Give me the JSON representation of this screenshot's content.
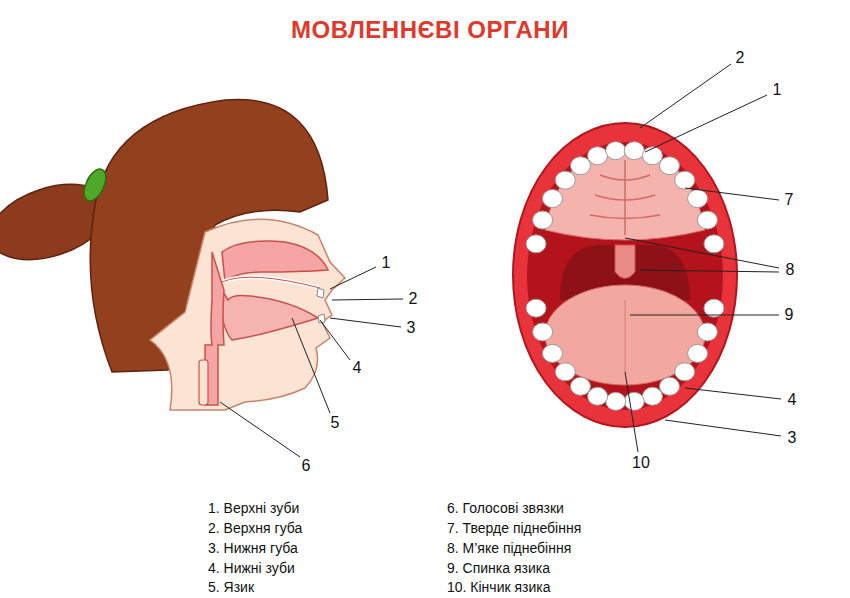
{
  "diagram": {
    "title": "МОВЛЕННЄВІ ОРГАНИ",
    "labels": [
      "1",
      "2",
      "3",
      "4",
      "5",
      "6",
      "2",
      "1",
      "7",
      "8",
      "9",
      "4",
      "3",
      "10",
      "1. Верхні зуби",
      "2. Верхня губа",
      "3. Нижня губа",
      "4. Нижні зуби",
      "5. Язик",
      "6. Голосові звязки",
      "7. Тверде піднебіння",
      "8. М’яке піднебіння",
      "9. Спинка язика",
      "10. Кінчик язика"
    ]
  }
}
